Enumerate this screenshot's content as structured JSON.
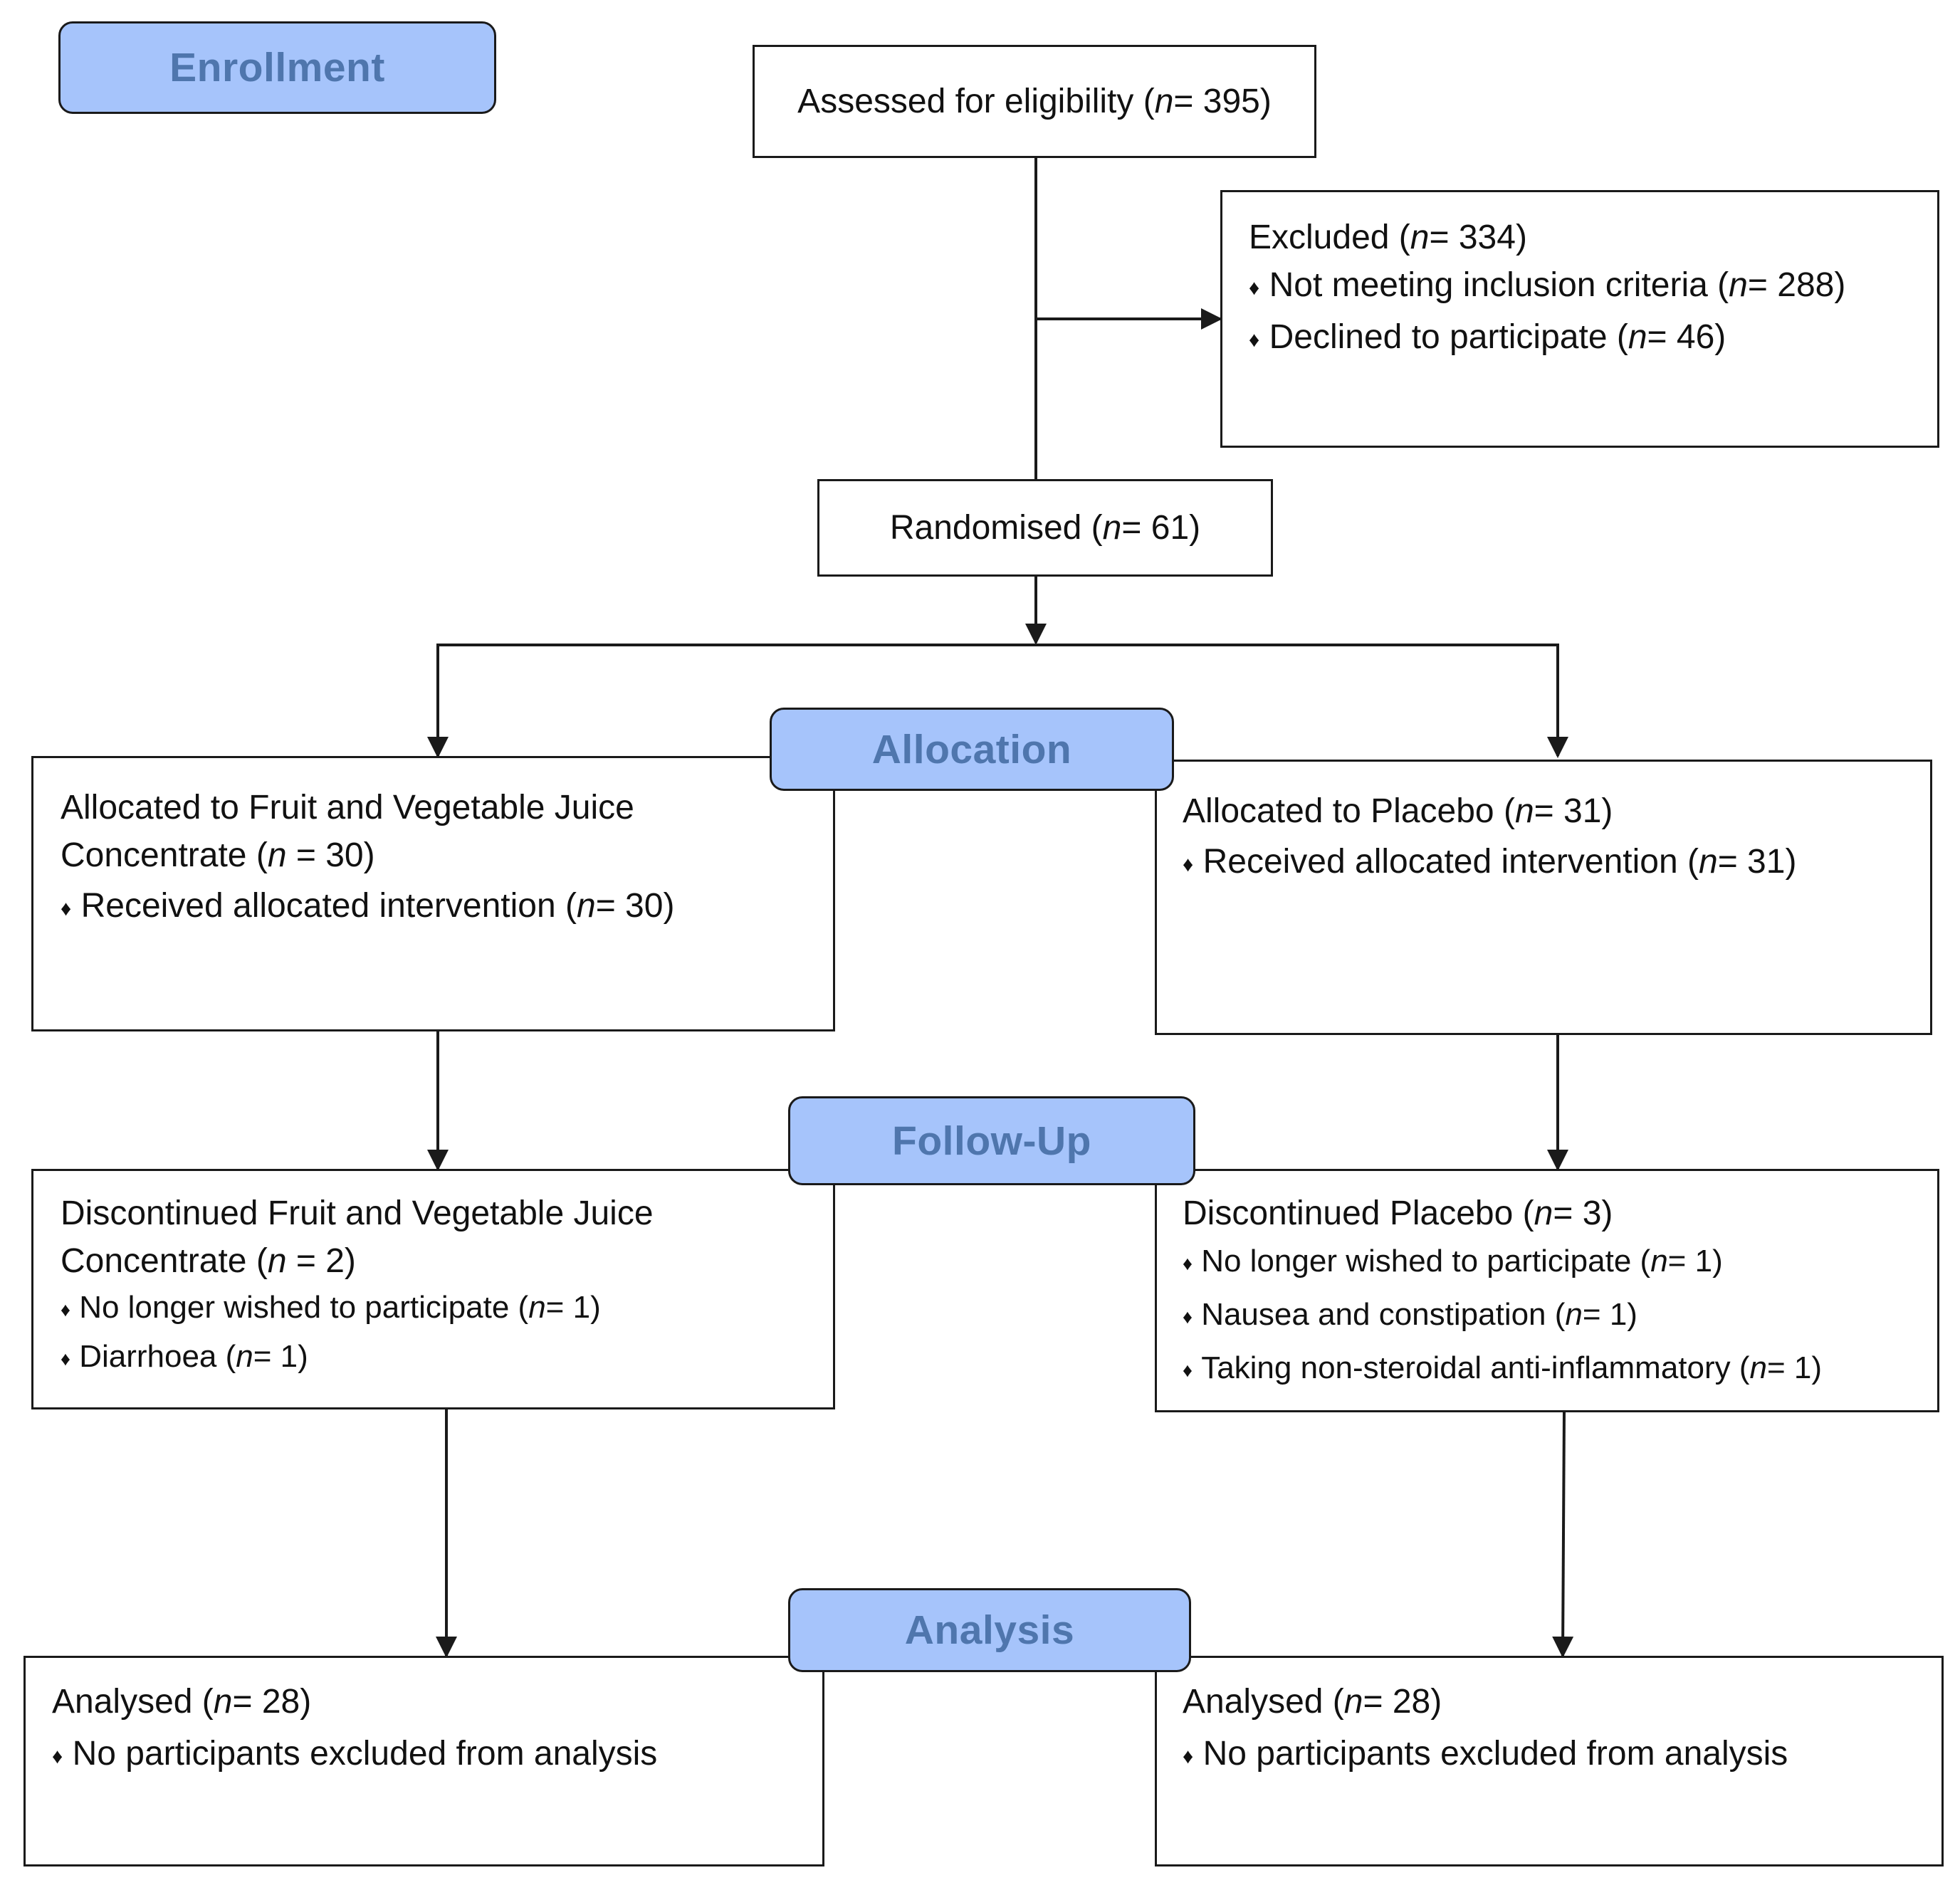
{
  "stages": {
    "enrollment": "Enrollment",
    "allocation": "Allocation",
    "followup": "Follow-Up",
    "analysis": "Analysis"
  },
  "assessed": {
    "pre": "Assessed for eligibility (",
    "n": "n",
    "post": " = 395)"
  },
  "excluded": {
    "head": {
      "pre": "Excluded (",
      "n": "n",
      "post": " = 334)"
    },
    "items": [
      {
        "pre": "Not meeting inclusion criteria (",
        "n": "n",
        "post": " = 288)"
      },
      {
        "pre": "Declined to participate (",
        "n": "n",
        "post": " = 46)"
      }
    ]
  },
  "randomised": {
    "pre": "Randomised (",
    "n": "n",
    "post": " = 61)"
  },
  "bullet": "♦",
  "left": {
    "allocated": {
      "head": {
        "pre": "Allocated to Fruit and Vegetable Juice Concentrate (",
        "n": "n",
        "post": " = 30)"
      },
      "items": [
        {
          "pre": "Received allocated intervention (",
          "n": "n",
          "post": " = 30)"
        }
      ]
    },
    "discontinued": {
      "head": {
        "pre": "Discontinued Fruit and Vegetable Juice Concentrate (",
        "n": "n",
        "post": " = 2)"
      },
      "items": [
        {
          "pre": "No longer wished to participate (",
          "n": "n",
          "post": " = 1)"
        },
        {
          "pre": "Diarrhoea (",
          "n": "n",
          "post": " = 1)"
        }
      ]
    },
    "analysed": {
      "head": {
        "pre": "Analysed (",
        "n": "n",
        "post": " = 28)"
      },
      "items": [
        {
          "text": "No participants excluded from analysis"
        }
      ]
    }
  },
  "right": {
    "allocated": {
      "head": {
        "pre": "Allocated to Placebo (",
        "n": "n",
        "post": " = 31)"
      },
      "items": [
        {
          "pre": "Received allocated intervention (",
          "n": "n",
          "post": " = 31)"
        }
      ]
    },
    "discontinued": {
      "head": {
        "pre": "Discontinued Placebo (",
        "n": "n",
        "post": " = 3)"
      },
      "items": [
        {
          "pre": "No longer wished to participate (",
          "n": "n",
          "post": " = 1)"
        },
        {
          "pre": "Nausea and constipation (",
          "n": "n",
          "post": " = 1)"
        },
        {
          "pre": "Taking non-steroidal anti-inflammatory (",
          "n": "n",
          "post": " = 1)"
        }
      ]
    },
    "analysed": {
      "head": {
        "pre": "Analysed (",
        "n": "n",
        "post": " = 28)"
      },
      "items": [
        {
          "text": "No participants excluded from analysis"
        }
      ]
    }
  }
}
